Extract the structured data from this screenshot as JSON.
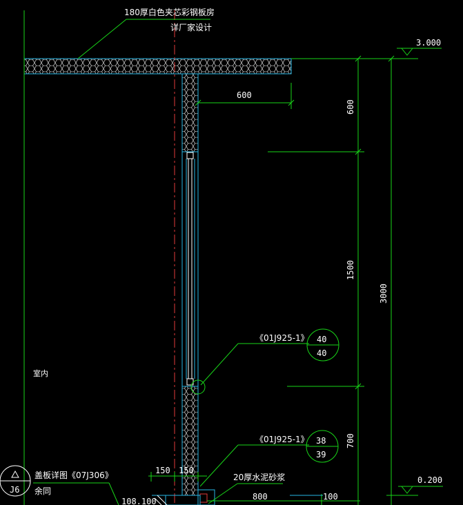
{
  "labels": {
    "panel_spec": "180厚白色夹芯彩钢板房",
    "vendor_design": "详厂家设计",
    "indoor": "室内",
    "cover_detail": "盖板详图《07J306》",
    "cover_detail_rest": "余同",
    "mortar": "20厚水泥砂浆",
    "ref1": "《01J925-1》",
    "ref1_top": "40",
    "ref1_bottom": "40",
    "ref2": "《01J925-1》",
    "ref2_top": "38",
    "ref2_bottom": "39",
    "detail_symbol": "J6",
    "bottom_partial": "108.100"
  },
  "elevations": {
    "top": "3.000",
    "bottom": "0.200"
  },
  "dimensions": {
    "overhang": "600",
    "seg_top": "600",
    "seg_mid": "1500",
    "seg_low": "700",
    "total": "3000",
    "w150a": "150",
    "w150b": "150",
    "w800": "800",
    "w100": "100"
  }
}
